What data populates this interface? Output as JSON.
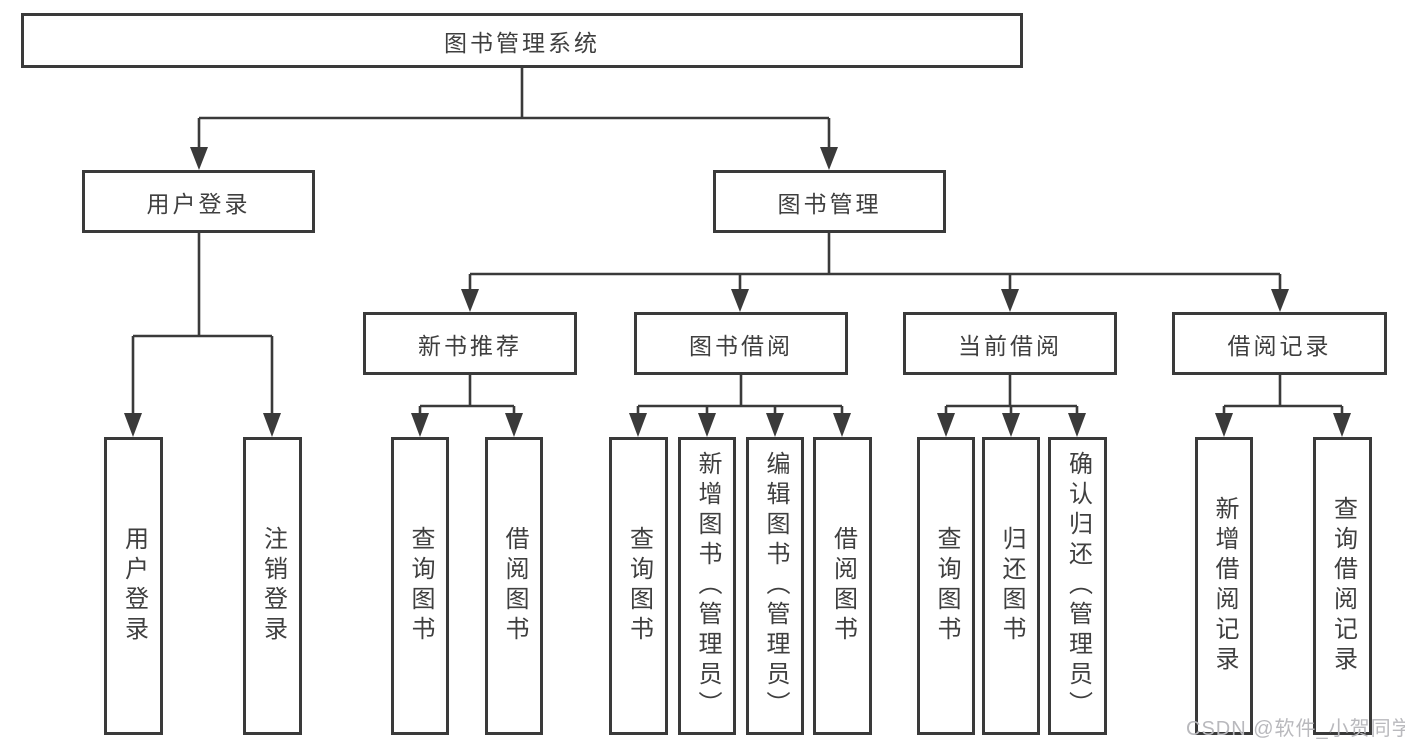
{
  "tree": {
    "root": {
      "label": "图书管理系统"
    },
    "branches": [
      {
        "label": "用户登录",
        "children": [
          {
            "label": "用户登录"
          },
          {
            "label": "注销登录"
          }
        ]
      },
      {
        "label": "图书管理",
        "children": [
          {
            "label": "新书推荐",
            "children": [
              {
                "label": "查询图书"
              },
              {
                "label": "借阅图书"
              }
            ]
          },
          {
            "label": "图书借阅",
            "children": [
              {
                "label": "查询图书"
              },
              {
                "label": "新增图书（管理员）"
              },
              {
                "label": "编辑图书（管理员）"
              },
              {
                "label": "借阅图书"
              }
            ]
          },
          {
            "label": "当前借阅",
            "children": [
              {
                "label": "查询图书"
              },
              {
                "label": "归还图书"
              },
              {
                "label": "确认归还（管理员）"
              }
            ]
          },
          {
            "label": "借阅记录",
            "children": [
              {
                "label": "新增借阅记录"
              },
              {
                "label": "查询借阅记录"
              }
            ]
          }
        ]
      }
    ]
  },
  "watermark": {
    "text": "CSDN @软件_小贺同学"
  },
  "colors": {
    "line": "#3a3a3a",
    "text": "#3f3f3f",
    "watermark": "#b9b9bd",
    "background": "#ffffff"
  }
}
